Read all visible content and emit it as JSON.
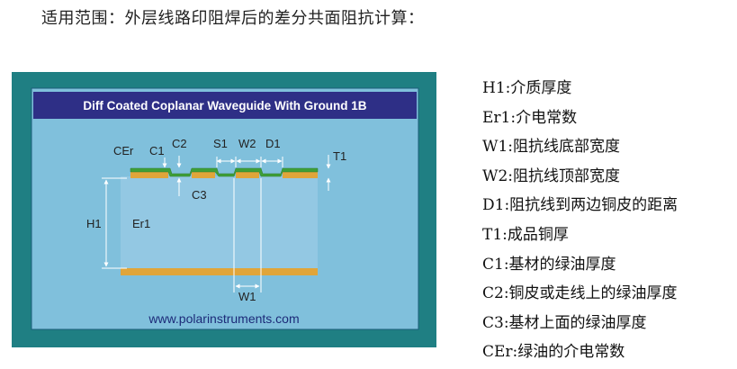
{
  "heading": "适用范围：外层线路印阻焊后的差分共面阻抗计算：",
  "diagram": {
    "title": "Diff Coated Coplanar Waveguide With Ground 1B",
    "labels": {
      "cer": "CEr",
      "c1": "C1",
      "c2": "C2",
      "s1": "S1",
      "w2": "W2",
      "d1": "D1",
      "t1": "T1",
      "c3": "C3",
      "h1": "H1",
      "er1": "Er1",
      "w1": "W1"
    },
    "website": "www.polarinstruments.com",
    "colors": {
      "frame": "#1f7f83",
      "title_bar": "#2e2f86",
      "panel": "#7fc0dd",
      "dielectric": "#91c6e2",
      "copper": "#e0a53a",
      "mask": "#3fa13a"
    }
  },
  "legend": [
    "H1:介质厚度",
    "Er1:介电常数",
    "W1:阻抗线底部宽度",
    "W2:阻抗线顶部宽度",
    "D1:阻抗线到两边铜皮的距离",
    "T1:成品铜厚",
    "C1:基材的绿油厚度",
    "C2:铜皮或走线上的绿油厚度",
    "C3:基材上面的绿油厚度",
    "CEr:绿油的介电常数"
  ]
}
